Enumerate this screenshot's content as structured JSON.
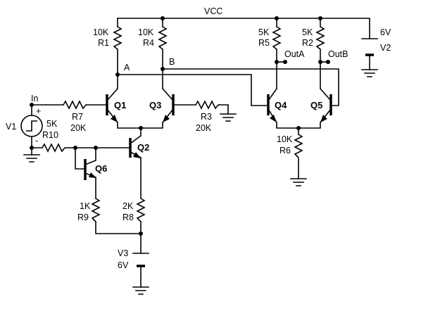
{
  "supply": {
    "label": "VCC"
  },
  "resistors": {
    "r1": {
      "name": "R1",
      "value": "10K"
    },
    "r4": {
      "name": "R4",
      "value": "10K"
    },
    "r5": {
      "name": "R5",
      "value": "5K"
    },
    "r2": {
      "name": "R2",
      "value": "5K"
    },
    "r7": {
      "name": "R7",
      "value": "20K"
    },
    "r3": {
      "name": "R3",
      "value": "20K"
    },
    "r10": {
      "name": "R10",
      "value": "5K"
    },
    "r6": {
      "name": "R6",
      "value": "10K"
    },
    "r9": {
      "name": "R9",
      "value": "1K"
    },
    "r8": {
      "name": "R8",
      "value": "2K"
    }
  },
  "transistors": {
    "q1": "Q1",
    "q2": "Q2",
    "q3": "Q3",
    "q4": "Q4",
    "q5": "Q5",
    "q6": "Q6"
  },
  "sources": {
    "v1": {
      "name": "V1",
      "plus": "+",
      "minus": "-"
    },
    "v2": {
      "name": "V2",
      "value": "6V"
    },
    "v3": {
      "name": "V3",
      "value": "6V"
    }
  },
  "nodes": {
    "in": "In",
    "a": "A",
    "b": "B",
    "out_a": "OutA",
    "out_b": "OutB"
  }
}
